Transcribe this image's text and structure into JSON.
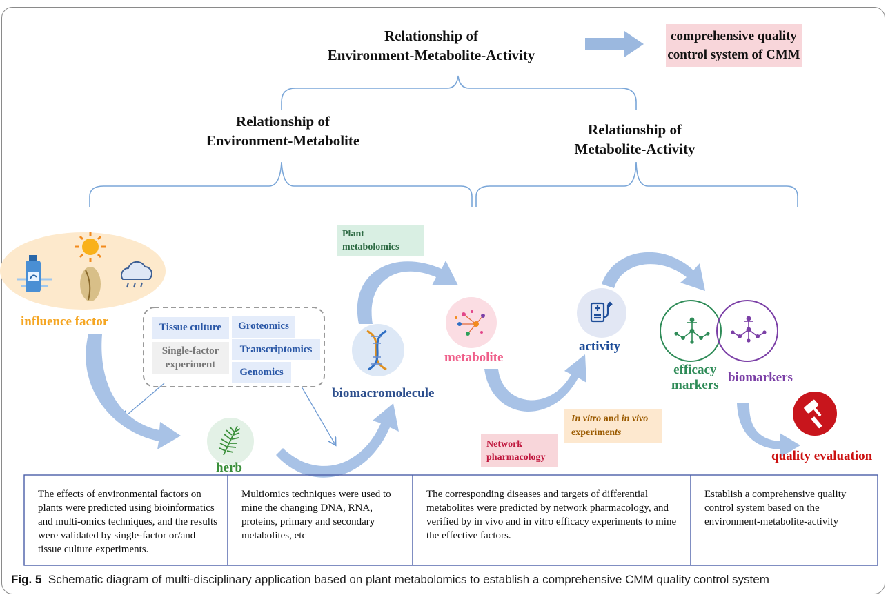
{
  "top": {
    "title_line1": "Relationship of",
    "title_line2": "Environment-Metabolite-Activity",
    "goal_line1": "comprehensive quality",
    "goal_line2": "control system of CMM"
  },
  "left_branch": {
    "line1": "Relationship of",
    "line2": "Environment-Metabolite"
  },
  "right_branch": {
    "line1": "Relationship of",
    "line2": "Metabolite-Activity"
  },
  "nodes": {
    "influence_factor": "influence factor",
    "herb": "herb",
    "biomacromolecule": "biomacromolecule",
    "metabolite": "metabolite",
    "activity": "activity",
    "efficacy_line1": "efficacy",
    "efficacy_line2": "markers",
    "biomarkers": "biomarkers",
    "quality_evaluation": "quality evaluation"
  },
  "methods": {
    "tissue_culture": "Tissue culture",
    "single_factor_line1": "Single-factor",
    "single_factor_line2": "experiment",
    "groteomics": "Groteomics",
    "transcriptomics": "Transcriptomics",
    "genomics": "Genomics",
    "plant_metabolomics_line1": "Plant",
    "plant_metabolomics_line2": "metabolomics",
    "network_line1": "Network",
    "network_line2": "pharmacology",
    "invitro_a": "In vitro",
    "invitro_b": " and ",
    "invitro_c": "in vivo",
    "invitro_d": "experimen",
    "invitro_e": "ts"
  },
  "descriptions": [
    "The effects of environmental factors on plants were predicted using bioinformatics and multi-omics techniques, and the results were validated by single-factor or/and tissue culture experiments.",
    "Multiomics techniques were used to mine the changing DNA, RNA, proteins, primary and secondary metabolites, etc",
    "The corresponding diseases and targets of differential metabolites were predicted by network pharmacology, and verified by in vivo and in vitro efficacy experiments to mine the effective factors.",
    "Establish a comprehensive quality control system based on the environment-metabolite-activity"
  ],
  "caption": {
    "label": "Fig. 5",
    "text": "Schematic diagram of multi-disciplinary application based on plant metabolomics to establish a comprehensive CMM quality control system"
  },
  "colors": {
    "bracket": "#7aa6d8",
    "arrow": "#9bb8df",
    "influence": "#f5a623",
    "herb": "#3a8f3a",
    "biomacromolecule": "#2b4d8c",
    "metabolite": "#ef5f8a",
    "activity": "#1f4e99",
    "efficacy": "#2e8b57",
    "biomarkers": "#7b3fa6",
    "quality": "#cc1111",
    "pink_box": "#f8d6da",
    "green_box": "#d9efe3",
    "orange_box": "#fde8cf",
    "omics_box": "#e4ecfa"
  }
}
